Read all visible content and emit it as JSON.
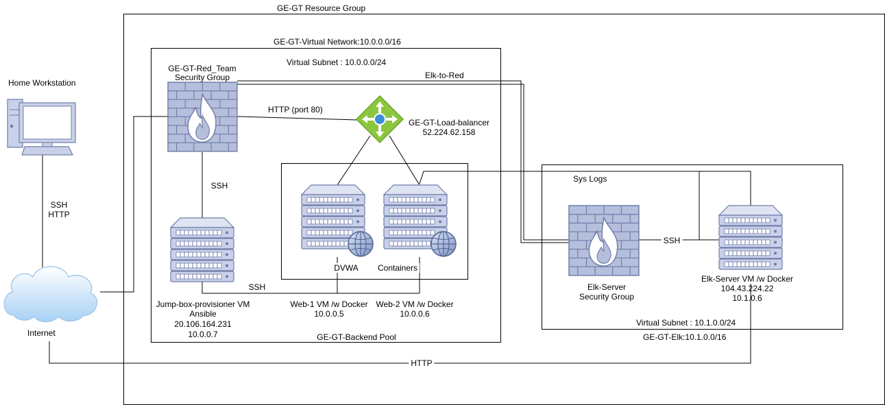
{
  "groups": {
    "resource_group": "GE-GT Resource Group",
    "virtual_network": "GE-GT-Virtual Network:10.0.0.0/16",
    "red_subnet": "Virtual Subnet : 10.0.0.0/24",
    "backend_pool": "GE-GT-Backend Pool",
    "elk_subnet": "Virtual Subnet : 10.1.0.0/24",
    "elk_network": "GE-GT-Elk:10.1.0.0/16"
  },
  "nodes": {
    "workstation": {
      "label": "Home Workstation"
    },
    "internet": {
      "label": "Internet"
    },
    "red_nsg": {
      "label_line1": "GE-GT-Red_Team",
      "label_line2": "Security Group"
    },
    "load_balancer": {
      "label_line1": "GE-GT-Load-balancer",
      "label_line2": "52.224.62.158"
    },
    "jumpbox": {
      "line1": "Jump-box-provisioner VM",
      "line2": "Ansible",
      "line3": "20.106.164.231",
      "line4": "10.0.0.7"
    },
    "web1": {
      "app": "DVWA",
      "line1": "Web-1 VM /w Docker",
      "line2": "10.0.0.5"
    },
    "web2": {
      "app": "Containers",
      "line1": "Web-2 VM /w Docker",
      "line2": "10.0.0.6"
    },
    "elk_nsg": {
      "label_line1": "Elk-Server",
      "label_line2": "Security Group"
    },
    "elk_vm": {
      "line1": "Elk-Server VM /w Docker",
      "line2": "104.43.224.22",
      "line3": "10.1.0.6"
    }
  },
  "edges": {
    "workstation_internet": {
      "line1": "SSH",
      "line2": "HTTP"
    },
    "nsg_lb": "HTTP (port 80)",
    "nsg_jumpbox": "SSH",
    "jumpbox_web": "SSH",
    "elk_to_red": "Elk-to-Red",
    "sys_logs": "Sys Logs",
    "elk_nsg_vm": "SSH",
    "internet_elk": "HTTP"
  },
  "colors": {
    "line": "#000000",
    "server_fill": "#c9d1ea",
    "server_stroke": "#6f7ca8",
    "brick_fill": "#b5bfdc",
    "flame": "#ffffff",
    "lb_green": "#8cc63f",
    "lb_blue": "#3a8fd9",
    "cloud_blue": "#a7d1f5"
  }
}
